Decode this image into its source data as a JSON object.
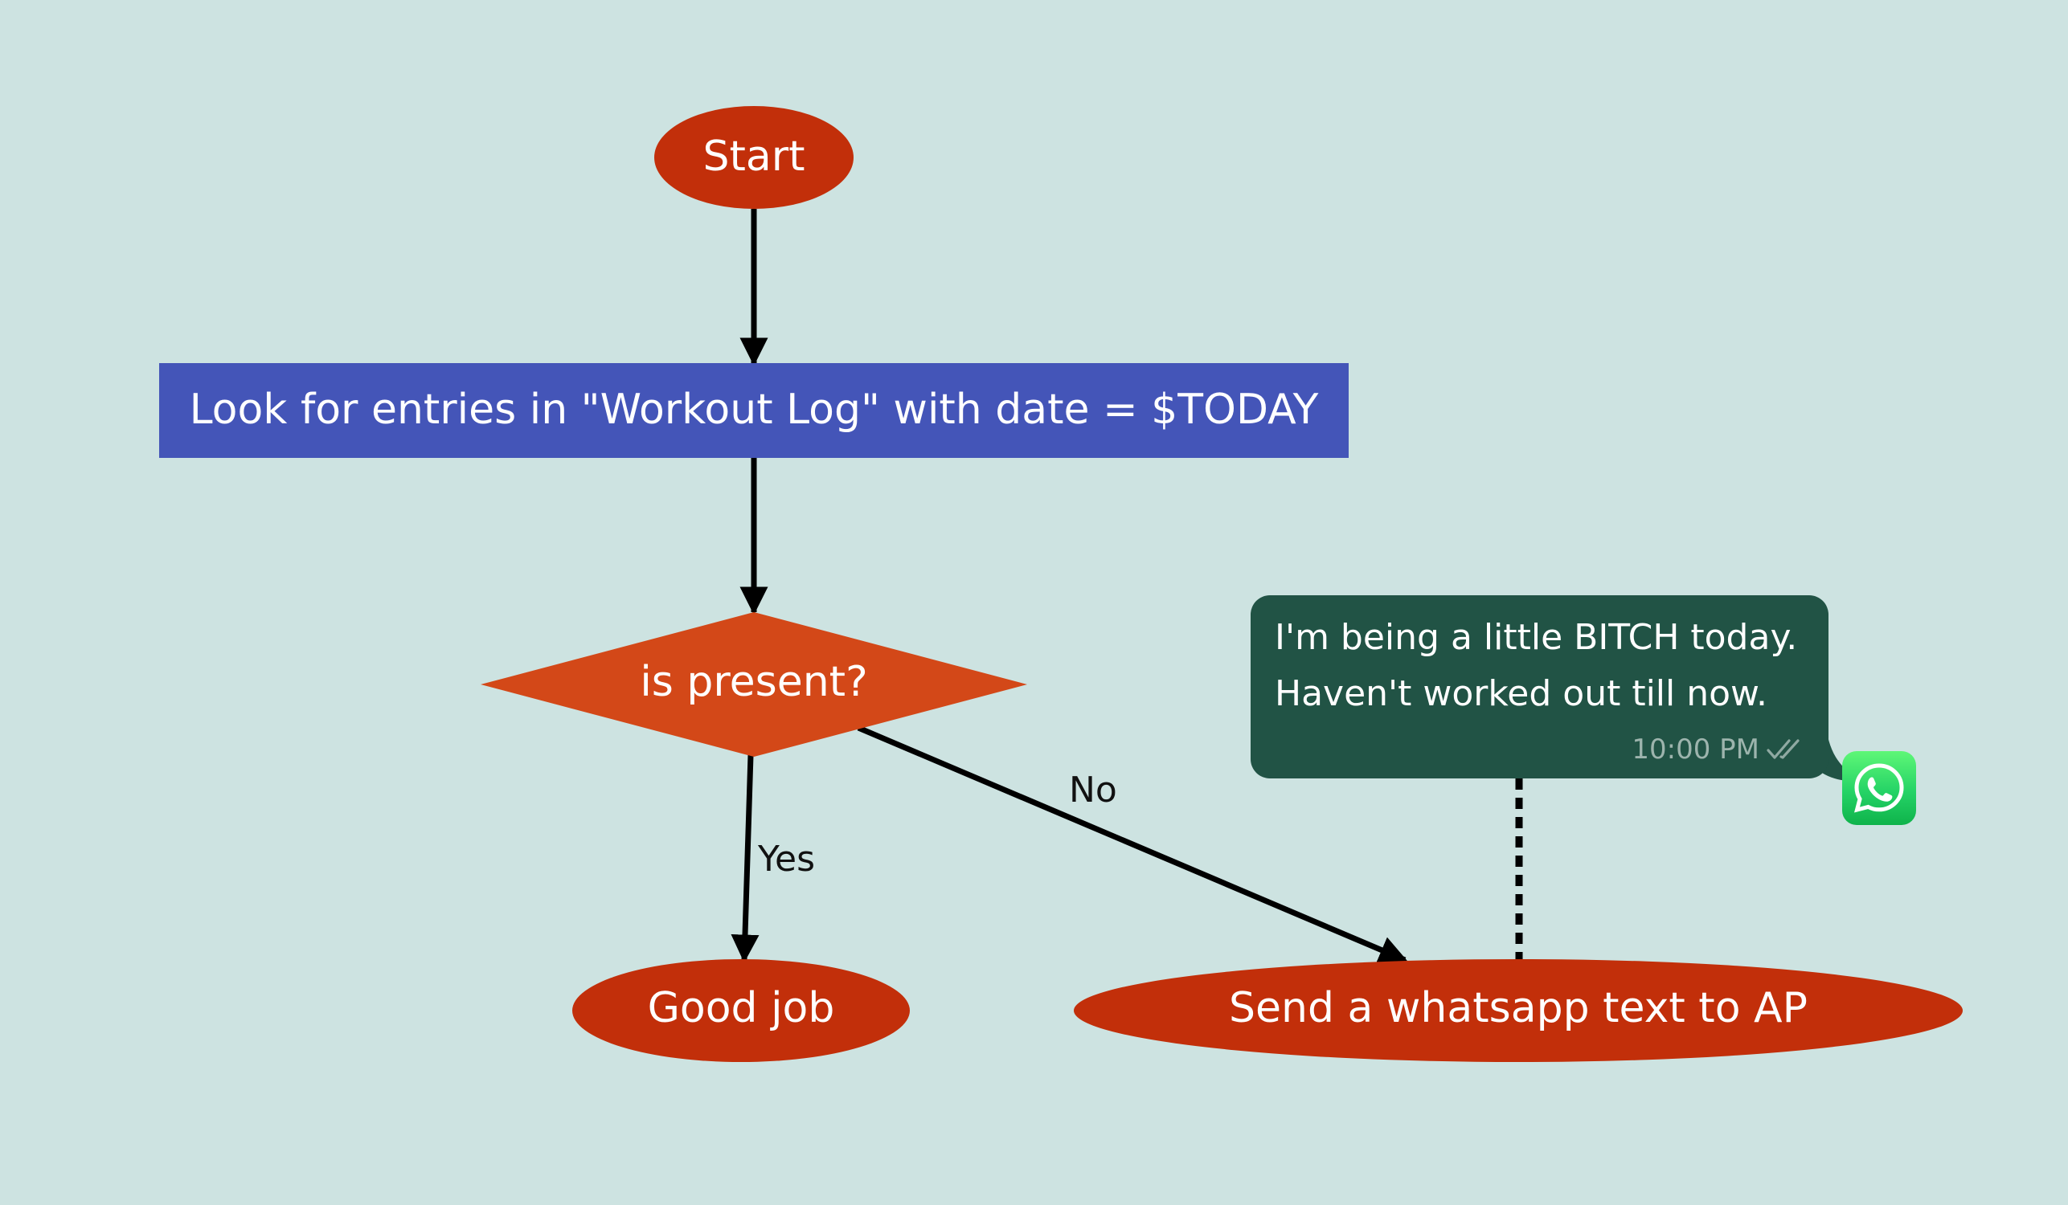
{
  "colors": {
    "background": "#cde3e1",
    "terminal_fill": "#c22f0a",
    "decision_fill": "#d34818",
    "process_fill": "#4455b8",
    "edge_color": "#000000",
    "bubble_fill": "#215345",
    "whatsapp_green": "#25d366"
  },
  "nodes": {
    "start": {
      "label": "Start",
      "shape": "ellipse"
    },
    "process": {
      "label": "Look for entries in \"Workout Log\" with date = $TODAY",
      "shape": "rectangle"
    },
    "decision": {
      "label": "is present?",
      "shape": "diamond"
    },
    "good_job": {
      "label": "Good job",
      "shape": "ellipse"
    },
    "send_text": {
      "label": "Send a whatsapp text to AP",
      "shape": "ellipse"
    }
  },
  "edges": {
    "yes_label": "Yes",
    "no_label": "No"
  },
  "message": {
    "line1": "I'm being a little BITCH today.",
    "line2": "Haven't worked out till now.",
    "time": "10:00 PM",
    "status_icon": "double-check-icon",
    "app_icon": "whatsapp-icon"
  }
}
